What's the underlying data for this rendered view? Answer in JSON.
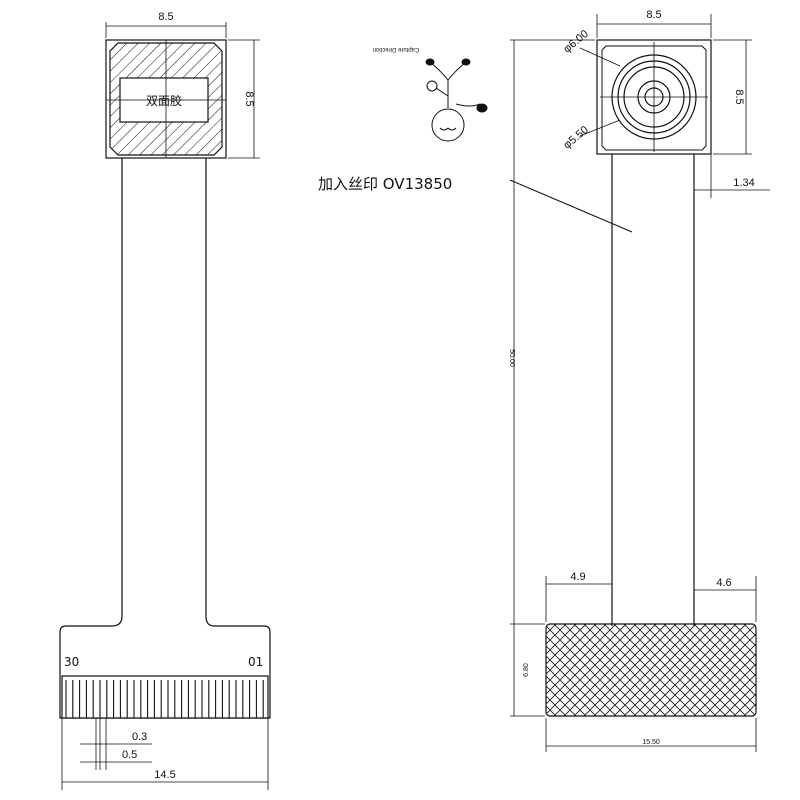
{
  "left_view": {
    "top_width": "8.5",
    "side_height": "8.5",
    "label_text": "双面胶",
    "pin_first": "30",
    "pin_last": "01",
    "pitch": "0.3",
    "pin_width": "0.5",
    "bottom_width": "14.5"
  },
  "center": {
    "capture_direction": "Capture Direction",
    "silk_note": "加入丝印  OV13850"
  },
  "right_view": {
    "top_width": "8.5",
    "side_height": "8.5",
    "dia_outer": "φ6.00",
    "dia_inner": "φ5.50",
    "offset": "1.34",
    "length": "50.00",
    "left_margin": "4.9",
    "right_margin": "4.6",
    "stiffener_height": "6.80",
    "stiffener_width": "15.50"
  },
  "colors": {
    "line": "#111111",
    "fill_dark": "#3a3a3a"
  }
}
